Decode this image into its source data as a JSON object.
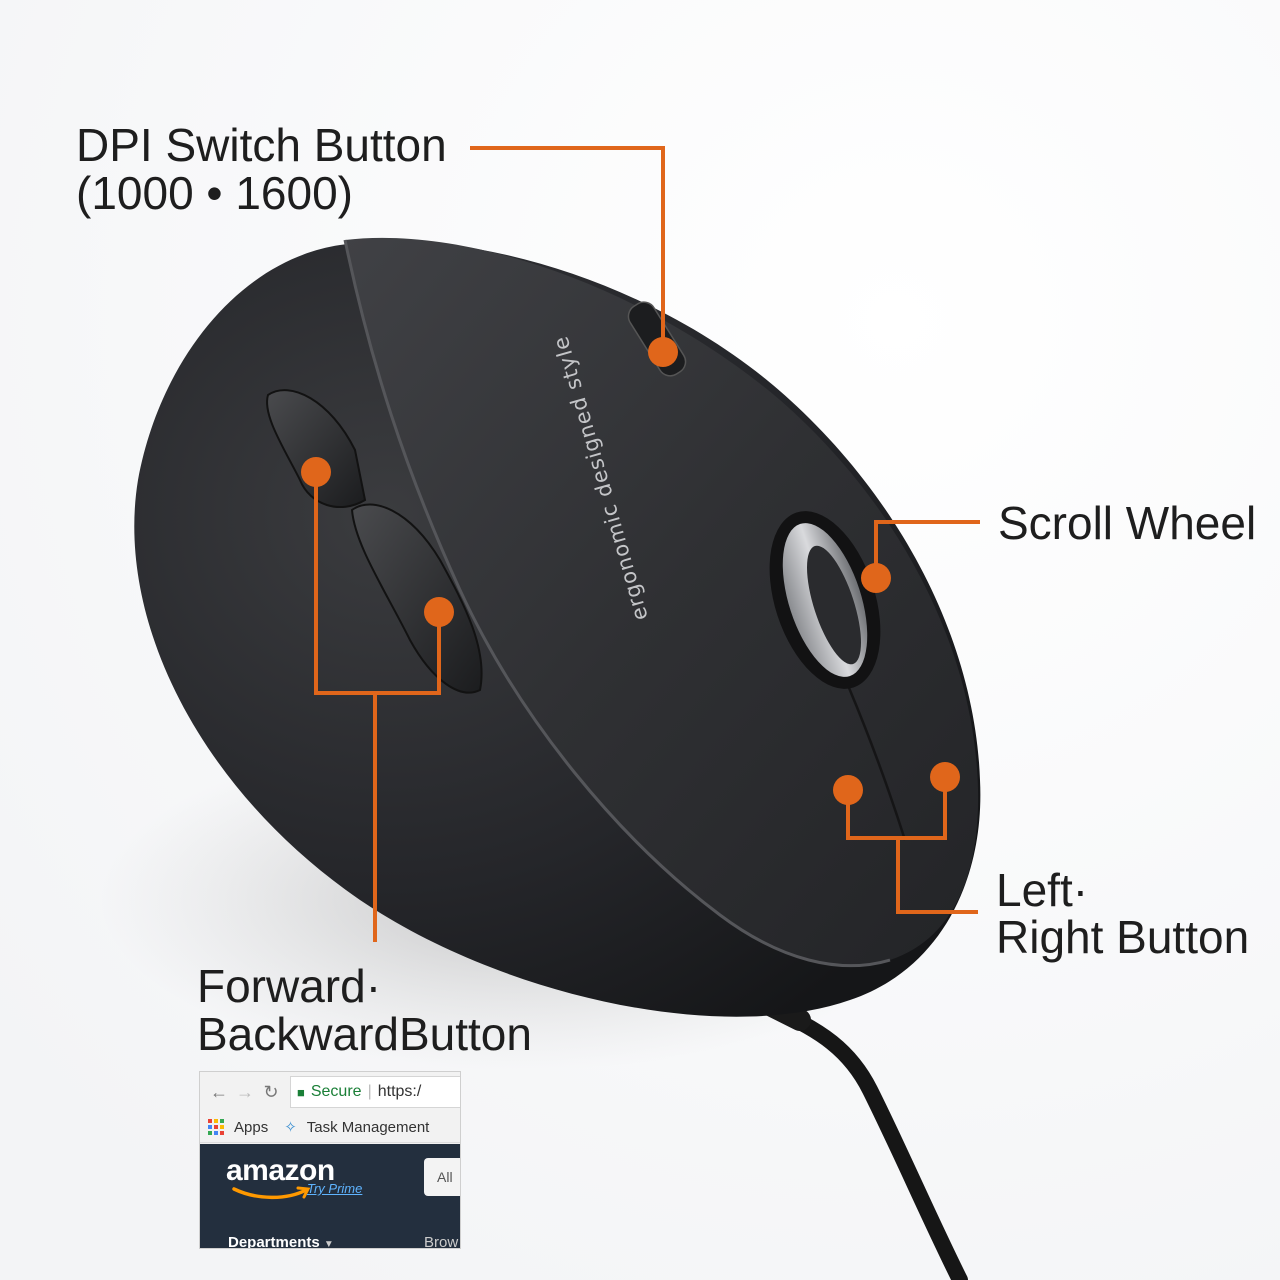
{
  "callouts": {
    "dpi": {
      "line1": "DPI Switch Button",
      "line2": "(1000 • 1600)"
    },
    "scroll": {
      "label": "Scroll Wheel"
    },
    "left_right": {
      "line1": "Left·",
      "line2": "Right Button"
    },
    "forward_backward": {
      "line1": "Forward·",
      "line2": "BackwardButton"
    }
  },
  "mouse": {
    "surface_text": "ergonomic designed style"
  },
  "browser_inset": {
    "secure_label": "Secure",
    "url_scheme": "https:/",
    "bookmark_apps": "Apps",
    "bookmark_task": "Task Management",
    "amazon_logo": "amazon",
    "try_prime": "Try Prime",
    "search_scope": "All",
    "departments": "Departments",
    "browse": "Brow"
  },
  "colors": {
    "accent": "#e0661b",
    "mouse_body": "#2a2b2d",
    "amazon_nav": "#232f3e"
  }
}
